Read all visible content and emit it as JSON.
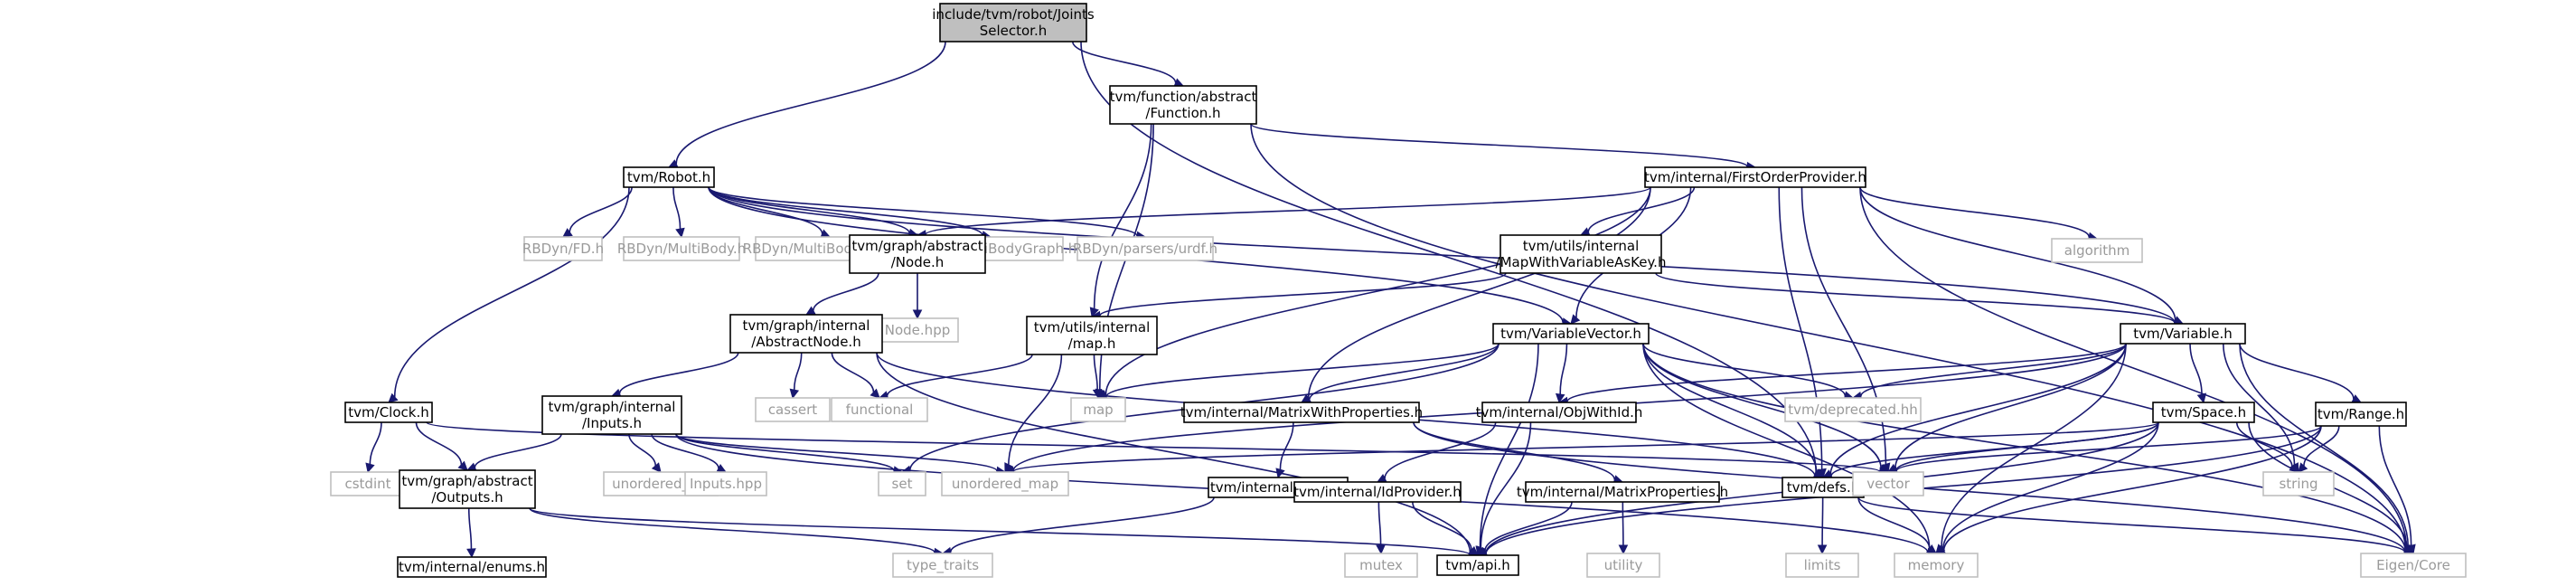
{
  "colors": {
    "edge": "#191970",
    "root_fill": "#bfbfbf",
    "internal_border": "#000000",
    "external_border": "#bfbfbf",
    "external_text": "#9a9a9a"
  },
  "nodes": [
    {
      "id": "root",
      "kind": "root",
      "lines": [
        "include/tvm/robot/Joints",
        "Selector.h"
      ]
    },
    {
      "id": "robot",
      "kind": "internal",
      "lines": [
        "tvm/Robot.h"
      ]
    },
    {
      "id": "func",
      "kind": "internal",
      "lines": [
        "tvm/function/abstract",
        "/Function.h"
      ]
    },
    {
      "id": "fop",
      "kind": "internal",
      "lines": [
        "tvm/internal/FirstOrderProvider.h"
      ]
    },
    {
      "id": "rbfd",
      "kind": "external",
      "lines": [
        "RBDyn/FD.h"
      ]
    },
    {
      "id": "rbmb",
      "kind": "external",
      "lines": [
        "RBDyn/MultiBody.h"
      ]
    },
    {
      "id": "rbmbc",
      "kind": "external",
      "lines": [
        "RBDyn/MultiBodyConfig.h"
      ]
    },
    {
      "id": "rbmbg",
      "kind": "external",
      "lines": [
        "RBDyn/MultiBodyGraph.h"
      ]
    },
    {
      "id": "rburdf",
      "kind": "external",
      "lines": [
        "RBDyn/parsers/urdf.h"
      ]
    },
    {
      "id": "node",
      "kind": "internal",
      "lines": [
        "tvm/graph/abstract",
        "/Node.h"
      ]
    },
    {
      "id": "mapkey",
      "kind": "internal",
      "lines": [
        "tvm/utils/internal",
        "/MapWithVariableAsKey.h"
      ]
    },
    {
      "id": "algorithm",
      "kind": "external",
      "lines": [
        "algorithm"
      ]
    },
    {
      "id": "nodehpp",
      "kind": "external",
      "lines": [
        "Node.hpp"
      ]
    },
    {
      "id": "absnode",
      "kind": "internal",
      "lines": [
        "tvm/graph/internal",
        "/AbstractNode.h"
      ]
    },
    {
      "id": "maph",
      "kind": "internal",
      "lines": [
        "tvm/utils/internal",
        "/map.h"
      ]
    },
    {
      "id": "varvec",
      "kind": "internal",
      "lines": [
        "tvm/VariableVector.h"
      ]
    },
    {
      "id": "variable",
      "kind": "internal",
      "lines": [
        "tvm/Variable.h"
      ]
    },
    {
      "id": "clock",
      "kind": "internal",
      "lines": [
        "tvm/Clock.h"
      ]
    },
    {
      "id": "inputs",
      "kind": "internal",
      "lines": [
        "tvm/graph/internal",
        "/Inputs.h"
      ]
    },
    {
      "id": "cassert",
      "kind": "external",
      "lines": [
        "cassert"
      ]
    },
    {
      "id": "functional",
      "kind": "external",
      "lines": [
        "functional"
      ]
    },
    {
      "id": "map",
      "kind": "external",
      "lines": [
        "map"
      ]
    },
    {
      "id": "mwp",
      "kind": "internal",
      "lines": [
        "tvm/internal/MatrixWithProperties.h"
      ]
    },
    {
      "id": "objwithid",
      "kind": "internal",
      "lines": [
        "tvm/internal/ObjWithId.h"
      ]
    },
    {
      "id": "deprecated",
      "kind": "external",
      "lines": [
        "tvm/deprecated.hh"
      ]
    },
    {
      "id": "space",
      "kind": "internal",
      "lines": [
        "tvm/Space.h"
      ]
    },
    {
      "id": "range",
      "kind": "internal",
      "lines": [
        "tvm/Range.h"
      ]
    },
    {
      "id": "cstdint",
      "kind": "external",
      "lines": [
        "cstdint"
      ]
    },
    {
      "id": "outputs",
      "kind": "internal",
      "lines": [
        "tvm/graph/abstract",
        "/Outputs.h"
      ]
    },
    {
      "id": "uset",
      "kind": "external",
      "lines": [
        "unordered_set"
      ]
    },
    {
      "id": "inputshpp",
      "kind": "external",
      "lines": [
        "Inputs.hpp"
      ]
    },
    {
      "id": "set",
      "kind": "external",
      "lines": [
        "set"
      ]
    },
    {
      "id": "umap",
      "kind": "external",
      "lines": [
        "unordered_map"
      ]
    },
    {
      "id": "meta",
      "kind": "internal",
      "lines": [
        "tvm/internal/meta.h"
      ]
    },
    {
      "id": "idprov",
      "kind": "internal",
      "lines": [
        "tvm/internal/IdProvider.h"
      ]
    },
    {
      "id": "matprops",
      "kind": "internal",
      "lines": [
        "tvm/internal/MatrixProperties.h"
      ]
    },
    {
      "id": "defs",
      "kind": "internal",
      "lines": [
        "tvm/defs.h"
      ]
    },
    {
      "id": "vector",
      "kind": "external",
      "lines": [
        "vector"
      ]
    },
    {
      "id": "string",
      "kind": "external",
      "lines": [
        "string"
      ]
    },
    {
      "id": "enums",
      "kind": "internal",
      "lines": [
        "tvm/internal/enums.h"
      ]
    },
    {
      "id": "typetraits",
      "kind": "external",
      "lines": [
        "type_traits"
      ]
    },
    {
      "id": "mutex",
      "kind": "external",
      "lines": [
        "mutex"
      ]
    },
    {
      "id": "api",
      "kind": "internal",
      "lines": [
        "tvm/api.h"
      ]
    },
    {
      "id": "utility",
      "kind": "external",
      "lines": [
        "utility"
      ]
    },
    {
      "id": "limits",
      "kind": "external",
      "lines": [
        "limits"
      ]
    },
    {
      "id": "memory",
      "kind": "external",
      "lines": [
        "memory"
      ]
    },
    {
      "id": "eigen",
      "kind": "external",
      "lines": [
        "Eigen/Core"
      ]
    }
  ],
  "edges": [
    [
      "root",
      "robot"
    ],
    [
      "root",
      "func"
    ],
    [
      "root",
      "defs"
    ],
    [
      "robot",
      "rbfd"
    ],
    [
      "robot",
      "rbmb"
    ],
    [
      "robot",
      "rbmbc"
    ],
    [
      "robot",
      "rbmbg"
    ],
    [
      "robot",
      "rburdf"
    ],
    [
      "robot",
      "node"
    ],
    [
      "robot",
      "varvec"
    ],
    [
      "robot",
      "variable"
    ],
    [
      "robot",
      "clock"
    ],
    [
      "func",
      "fop"
    ],
    [
      "func",
      "maph"
    ],
    [
      "func",
      "map"
    ],
    [
      "func",
      "eigen"
    ],
    [
      "fop",
      "node"
    ],
    [
      "fop",
      "mapkey"
    ],
    [
      "fop",
      "algorithm"
    ],
    [
      "fop",
      "variable"
    ],
    [
      "fop",
      "varvec"
    ],
    [
      "fop",
      "mwp"
    ],
    [
      "fop",
      "map"
    ],
    [
      "fop",
      "defs"
    ],
    [
      "fop",
      "vector"
    ],
    [
      "fop",
      "eigen"
    ],
    [
      "node",
      "nodehpp"
    ],
    [
      "node",
      "absnode"
    ],
    [
      "mapkey",
      "maph"
    ],
    [
      "mapkey",
      "variable"
    ],
    [
      "absnode",
      "inputs"
    ],
    [
      "absnode",
      "cassert"
    ],
    [
      "absnode",
      "functional"
    ],
    [
      "absnode",
      "api"
    ],
    [
      "absnode",
      "defs"
    ],
    [
      "maph",
      "functional"
    ],
    [
      "maph",
      "map"
    ],
    [
      "maph",
      "umap"
    ],
    [
      "varvec",
      "map"
    ],
    [
      "varvec",
      "mwp"
    ],
    [
      "varvec",
      "objwithid"
    ],
    [
      "varvec",
      "deprecated"
    ],
    [
      "varvec",
      "defs"
    ],
    [
      "varvec",
      "set"
    ],
    [
      "varvec",
      "vector"
    ],
    [
      "varvec",
      "memory"
    ],
    [
      "varvec",
      "api"
    ],
    [
      "varvec",
      "eigen"
    ],
    [
      "variable",
      "objwithid"
    ],
    [
      "variable",
      "deprecated"
    ],
    [
      "variable",
      "space"
    ],
    [
      "variable",
      "range"
    ],
    [
      "variable",
      "string"
    ],
    [
      "variable",
      "vector"
    ],
    [
      "variable",
      "memory"
    ],
    [
      "variable",
      "eigen"
    ],
    [
      "variable",
      "umap"
    ],
    [
      "variable",
      "defs"
    ],
    [
      "clock",
      "cstdint"
    ],
    [
      "clock",
      "outputs"
    ],
    [
      "clock",
      "vector"
    ],
    [
      "inputs",
      "outputs"
    ],
    [
      "inputs",
      "uset"
    ],
    [
      "inputs",
      "inputshpp"
    ],
    [
      "inputs",
      "set"
    ],
    [
      "inputs",
      "umap"
    ],
    [
      "inputs",
      "memory"
    ],
    [
      "mwp",
      "meta"
    ],
    [
      "mwp",
      "matprops"
    ],
    [
      "mwp",
      "eigen"
    ],
    [
      "objwithid",
      "idprov"
    ],
    [
      "objwithid",
      "api"
    ],
    [
      "space",
      "defs"
    ],
    [
      "space",
      "string"
    ],
    [
      "space",
      "vector"
    ],
    [
      "space",
      "memory"
    ],
    [
      "space",
      "api"
    ],
    [
      "space",
      "eigen"
    ],
    [
      "space",
      "umap"
    ],
    [
      "range",
      "vector"
    ],
    [
      "range",
      "string"
    ],
    [
      "range",
      "memory"
    ],
    [
      "range",
      "api"
    ],
    [
      "range",
      "eigen"
    ],
    [
      "outputs",
      "enums"
    ],
    [
      "outputs",
      "typetraits"
    ],
    [
      "outputs",
      "api"
    ],
    [
      "meta",
      "typetraits"
    ],
    [
      "idprov",
      "mutex"
    ],
    [
      "idprov",
      "api"
    ],
    [
      "matprops",
      "utility"
    ],
    [
      "matprops",
      "api"
    ],
    [
      "defs",
      "limits"
    ],
    [
      "defs",
      "memory"
    ],
    [
      "defs",
      "eigen"
    ]
  ]
}
